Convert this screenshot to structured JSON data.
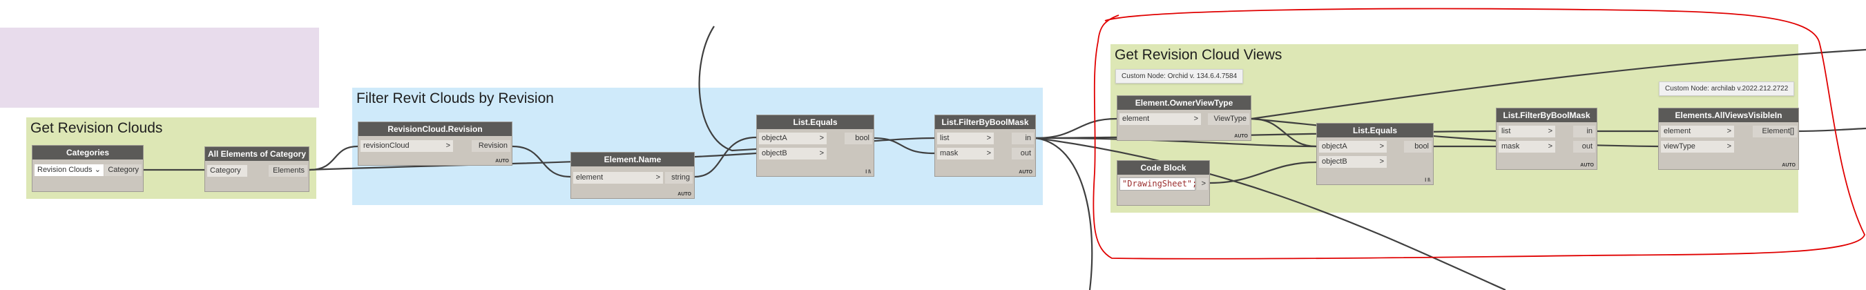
{
  "colors": {
    "group_purple": "#e8dcec",
    "group_green": "#dde7b5",
    "group_blue": "#cfeafa",
    "node_header": "#5b5a58",
    "node_body": "#cbc6be",
    "wire": "#3f3f3f",
    "annotation_red": "#e00000"
  },
  "groups": {
    "purple": {
      "title": ""
    },
    "get_revision_clouds": {
      "title": "Get Revision Clouds"
    },
    "filter_clouds": {
      "title": "Filter Revit Clouds by Revision"
    },
    "get_views": {
      "title": "Get Revision Cloud Views"
    }
  },
  "nodes": {
    "categories": {
      "title": "Categories",
      "dropdown": "Revision Clouds",
      "output": "Category"
    },
    "all_elements": {
      "title": "All Elements of Category",
      "input": "Category",
      "output": "Elements"
    },
    "revision_cloud": {
      "title": "RevisionCloud.Revision",
      "input": "revisionCloud",
      "output": "Revision",
      "lacing": "AUTO"
    },
    "element_name": {
      "title": "Element.Name",
      "input": "element",
      "output": "string",
      "lacing": "AUTO"
    },
    "list_equals_1": {
      "title": "List.Equals",
      "inputs": [
        "objectA",
        "objectB"
      ],
      "output": "bool",
      "lacing": "l l\\"
    },
    "filter_bool_1": {
      "title": "List.FilterByBoolMask",
      "inputs": [
        "list",
        "mask"
      ],
      "outputs": [
        "in",
        "out"
      ],
      "lacing": "AUTO"
    },
    "owner_view_type": {
      "title": "Element.OwnerViewType",
      "input": "element",
      "output": "ViewType",
      "lacing": "AUTO"
    },
    "code_block": {
      "title": "Code Block",
      "code": "\"DrawingSheet\";",
      "output": ">"
    },
    "list_equals_2": {
      "title": "List.Equals",
      "inputs": [
        "objectA",
        "objectB"
      ],
      "output": "bool",
      "lacing": "l l\\"
    },
    "filter_bool_2": {
      "title": "List.FilterByBoolMask",
      "inputs": [
        "list",
        "mask"
      ],
      "outputs": [
        "in",
        "out"
      ],
      "lacing": "AUTO"
    },
    "all_views_visible": {
      "title": "Elements.AllViewsVisibleIn",
      "inputs": [
        "element",
        "viewType"
      ],
      "output": "Element[]",
      "lacing": "AUTO"
    }
  },
  "tooltips": {
    "orchid": "Custom Node: Orchid v. 134.6.4.7584",
    "archilab": "Custom Node: archilab v.2022.212.2722"
  }
}
